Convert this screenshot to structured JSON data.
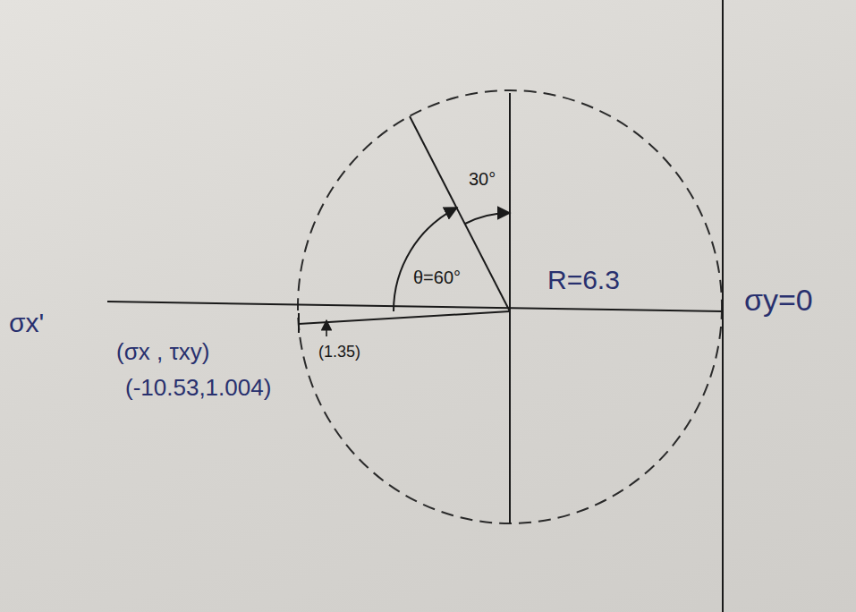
{
  "diagram": {
    "labels": [
      "30°",
      "θ=60°",
      "R=6.3",
      "σx'",
      "σy=0",
      "(σx , τxy)",
      "(1.35)",
      "(-10.53,1.004)"
    ]
  }
}
